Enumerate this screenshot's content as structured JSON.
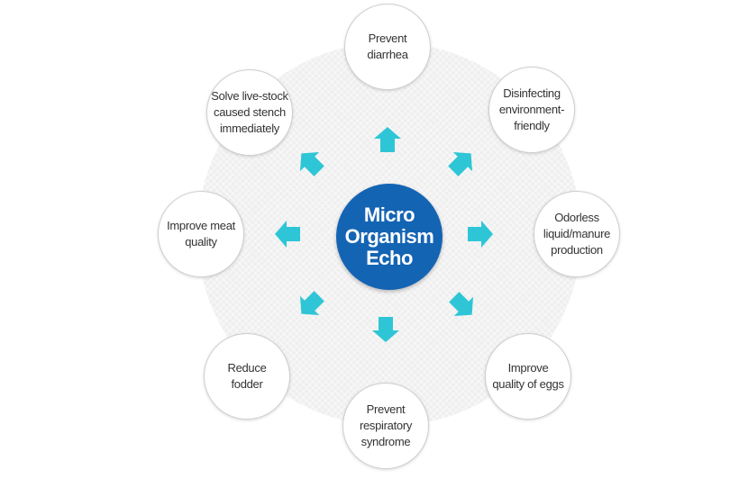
{
  "center": {
    "lines": [
      "Micro",
      "Organism",
      "Echo"
    ]
  },
  "colors": {
    "center_fill": "#1464b4",
    "arrow_fill": "#2ec6d6",
    "background_disc": "#efefef",
    "node_border": "#cfcfcf"
  },
  "nodes": [
    {
      "id": "prevent-diarrhea",
      "lines": [
        "Prevent",
        "diarrhea"
      ]
    },
    {
      "id": "disinfecting",
      "lines": [
        "Disinfecting",
        "environment-",
        "friendly"
      ]
    },
    {
      "id": "odorless",
      "lines": [
        "Odorless",
        "liquid/manure",
        "production"
      ]
    },
    {
      "id": "improve-eggs",
      "lines": [
        "Improve",
        "quality of eggs"
      ]
    },
    {
      "id": "prevent-respiratory",
      "lines": [
        "Prevent",
        "respiratory",
        "syndrome"
      ]
    },
    {
      "id": "reduce-fodder",
      "lines": [
        "Reduce",
        "fodder"
      ]
    },
    {
      "id": "improve-meat",
      "lines": [
        "Improve meat",
        "quality"
      ]
    },
    {
      "id": "solve-stench",
      "lines": [
        "Solve live-stock",
        "caused stench",
        "immediately"
      ]
    }
  ],
  "arrow_icon": "block-arrow-icon"
}
